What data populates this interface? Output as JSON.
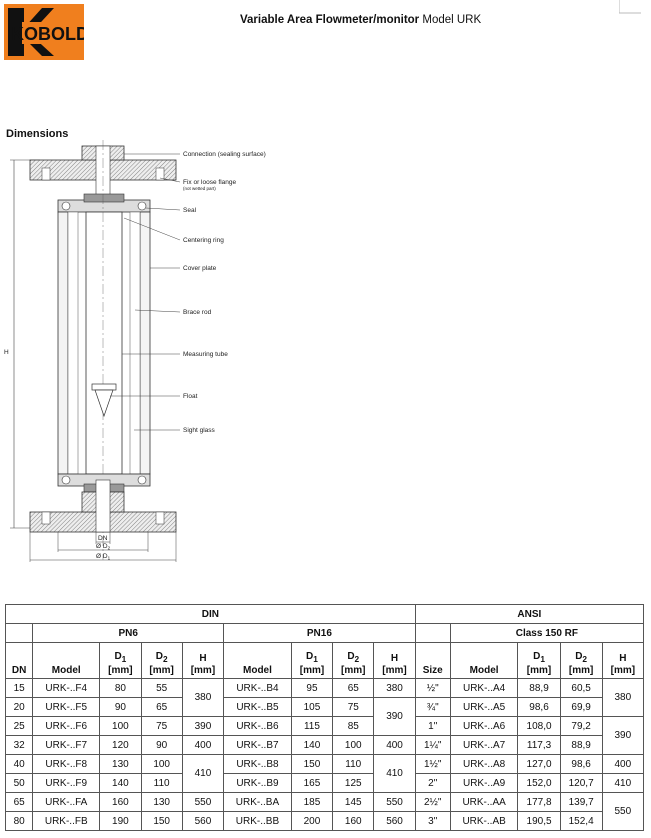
{
  "header": {
    "logo_text": "KOBOLD",
    "title_bold": "Variable Area Flowmeter/monitor",
    "title_rest": "Model URK"
  },
  "section_title": "Dimensions",
  "drawing": {
    "labels": {
      "connection": "Connection (sealing surface)",
      "flange": "Fix or loose flange",
      "flange_note": "(not wetted part)",
      "seal": "Seal",
      "centering_ring": "Centering ring",
      "cover_plate": "Cover plate",
      "brace_rod": "Brace rod",
      "measuring_tube": "Measuring tube",
      "float": "Float",
      "sight_glass": "Sight glass",
      "h": "H",
      "dn": "DN",
      "d2": "Ø D",
      "d2_sub": "2",
      "d1": "Ø D",
      "d1_sub": "1"
    }
  },
  "table": {
    "group_din": "DIN",
    "group_ansi": "ANSI",
    "pn6": "PN6",
    "pn16": "PN16",
    "class150": "Class 150 RF",
    "col_dn": "DN",
    "col_model": "Model",
    "col_d1": "D",
    "col_d1_sub": "1",
    "col_d2": "D",
    "col_d2_sub": "2",
    "col_unit": "[mm]",
    "col_h": "H",
    "col_size": "Size",
    "rows": [
      {
        "dn": "15",
        "m6": "URK-..F4",
        "d1a": "80",
        "d2a": "55",
        "h6": "380",
        "m16": "URK-..B4",
        "d1b": "95",
        "d2b": "65",
        "h16": "380",
        "size": "½\"",
        "ma": "URK-..A4",
        "d1c": "88,9",
        "d2c": "60,5",
        "ha": "380"
      },
      {
        "dn": "20",
        "m6": "URK-..F5",
        "d1a": "90",
        "d2a": "65",
        "m16": "URK-..B5",
        "d1b": "105",
        "d2b": "75",
        "h16": "390",
        "size": "¾\"",
        "ma": "URK-..A5",
        "d1c": "98,6",
        "d2c": "69,9"
      },
      {
        "dn": "25",
        "m6": "URK-..F6",
        "d1a": "100",
        "d2a": "75",
        "h6": "390",
        "m16": "URK-..B6",
        "d1b": "115",
        "d2b": "85",
        "size": "1\"",
        "ma": "URK-..A6",
        "d1c": "108,0",
        "d2c": "79,2",
        "ha": "390"
      },
      {
        "dn": "32",
        "m6": "URK-..F7",
        "d1a": "120",
        "d2a": "90",
        "h6": "400",
        "m16": "URK-..B7",
        "d1b": "140",
        "d2b": "100",
        "h16": "400",
        "size": "1¼\"",
        "ma": "URK-..A7",
        "d1c": "117,3",
        "d2c": "88,9"
      },
      {
        "dn": "40",
        "m6": "URK-..F8",
        "d1a": "130",
        "d2a": "100",
        "h6": "410",
        "m16": "URK-..B8",
        "d1b": "150",
        "d2b": "110",
        "h16": "410",
        "size": "1½\"",
        "ma": "URK-..A8",
        "d1c": "127,0",
        "d2c": "98,6",
        "ha": "400"
      },
      {
        "dn": "50",
        "m6": "URK-..F9",
        "d1a": "140",
        "d2a": "110",
        "m16": "URK-..B9",
        "d1b": "165",
        "d2b": "125",
        "size": "2\"",
        "ma": "URK-..A9",
        "d1c": "152,0",
        "d2c": "120,7",
        "ha": "410"
      },
      {
        "dn": "65",
        "m6": "URK-..FA",
        "d1a": "160",
        "d2a": "130",
        "h6": "550",
        "m16": "URK-..BA",
        "d1b": "185",
        "d2b": "145",
        "h16": "550",
        "size": "2½\"",
        "ma": "URK-..AA",
        "d1c": "177,8",
        "d2c": "139,7",
        "ha": "550"
      },
      {
        "dn": "80",
        "m6": "URK-..FB",
        "d1a": "190",
        "d2a": "150",
        "h6": "560",
        "m16": "URK-..BB",
        "d1b": "200",
        "d2b": "160",
        "h16": "560",
        "size": "3\"",
        "ma": "URK-..AB",
        "d1c": "190,5",
        "d2c": "152,4"
      }
    ]
  },
  "colors": {
    "brand_orange": "#f07f1e",
    "brand_black": "#111111"
  }
}
